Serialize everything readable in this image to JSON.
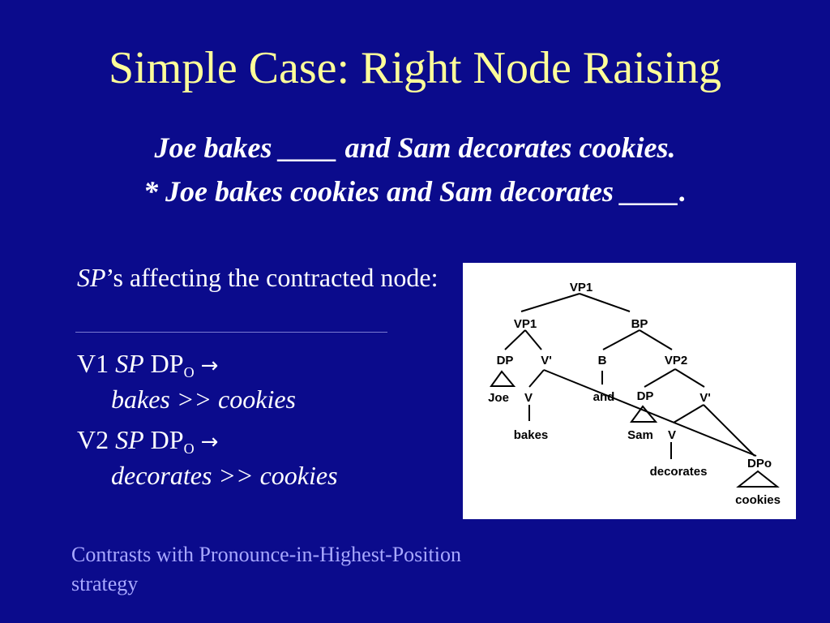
{
  "slide": {
    "title": "Simple Case: Right Node Raising",
    "example_good": "Joe bakes ____ and Sam decorates cookies.",
    "example_bad": "* Joe bakes cookies and Sam decorates ____.",
    "heading_italic": "SP",
    "heading_rest": "’s affecting the contracted node:",
    "rules": [
      {
        "verb": "V1",
        "sp": "SP",
        "dp": "DP",
        "dp_sub": "O",
        "arrow": "→",
        "order": "bakes >> cookies"
      },
      {
        "verb": "V2",
        "sp": "SP",
        "dp": "DP",
        "dp_sub": "O",
        "arrow": "→",
        "order": "decorates >> cookies"
      }
    ],
    "note": "Contrasts with Pronounce-in-Highest-Position strategy"
  },
  "tree": {
    "root": "VP1",
    "vp1": "VP1",
    "bp": "BP",
    "dp_left": "DP",
    "vbar_left": "V'",
    "b": "B",
    "vp2": "VP2",
    "joe": "Joe",
    "v_left": "V",
    "and": "and",
    "dp_mid": "DP",
    "vbar_right": "V'",
    "bakes": "bakes",
    "sam": "Sam",
    "v_right": "V",
    "decorates": "decorates",
    "dpo": "DPo",
    "cookies": "cookies"
  }
}
